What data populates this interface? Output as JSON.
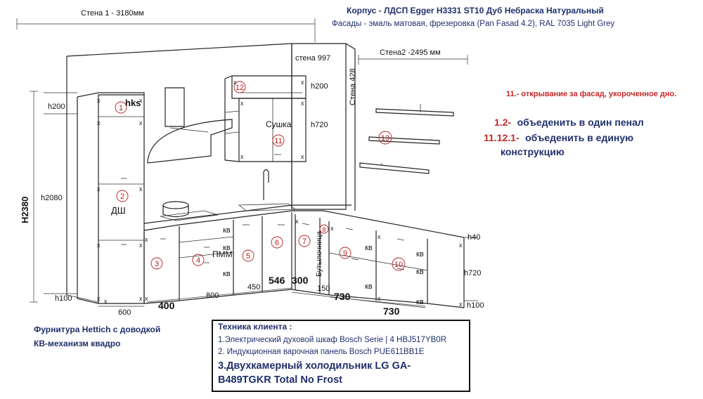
{
  "header": {
    "wall1": "Стена 1 -  3180мм",
    "body_material": "Корпус - ЛДСП Egger H3331 ST10 Дуб Небраска Натуральный",
    "facades": "Фасады - эмаль матовая, фрезеровка (Pan Fasad 4.2), RAL 7035 Light Grey"
  },
  "walls": {
    "wall997": "стена 997",
    "wall2": "Стена2 -2495 мм",
    "wall428": "Стена 428"
  },
  "notes": {
    "note11": "11.- открывание за фасад, укороченное дно.",
    "note12_num": "1.2-",
    "note12_text": "объеденить в один пенал",
    "note1121_num": "11.12.1-",
    "note1121_text_1": "объеденить в единую",
    "note1121_text_2": "конструкцию"
  },
  "dims": {
    "h2380": "H2380",
    "h2080": "h2080",
    "h200_left": "h200",
    "h100_left": "h100",
    "h200_upper": "h200",
    "h720_upper": "h720",
    "h40": "h40",
    "h720_right": "h720",
    "h100_right": "h100",
    "w600": "600",
    "w400": "400",
    "w800": "800",
    "w450": "450",
    "w546": "546",
    "w300": "300",
    "w150": "150",
    "w730a": "730",
    "w730b": "730"
  },
  "labels": {
    "hks": "hks",
    "dsh": "ДШ",
    "pmm": "ПММ",
    "sushka": "Сушка",
    "bottle": "Бутылочница",
    "kv": "кв",
    "x": "x"
  },
  "modules": [
    "1",
    "2",
    "3",
    "4",
    "5",
    "6",
    "7",
    "8",
    "9",
    "10",
    "11",
    "12",
    "13"
  ],
  "footer": {
    "hettich": "Фурнитура Hettich с доводкой",
    "kv_mech": "КВ-механизм квадро"
  },
  "tech": {
    "title": "Техника клиента :",
    "item1": "1.Электрический духовой шкаф Bosch Serie | 4 HBJ517YB0R",
    "item2": "2. Индукционная варочная панель Bosch PUE611BB1E",
    "item3_line1": "3.Двухкамерный холодильник LG GA-",
    "item3_line2": "B489TGKR Total No Frost"
  }
}
